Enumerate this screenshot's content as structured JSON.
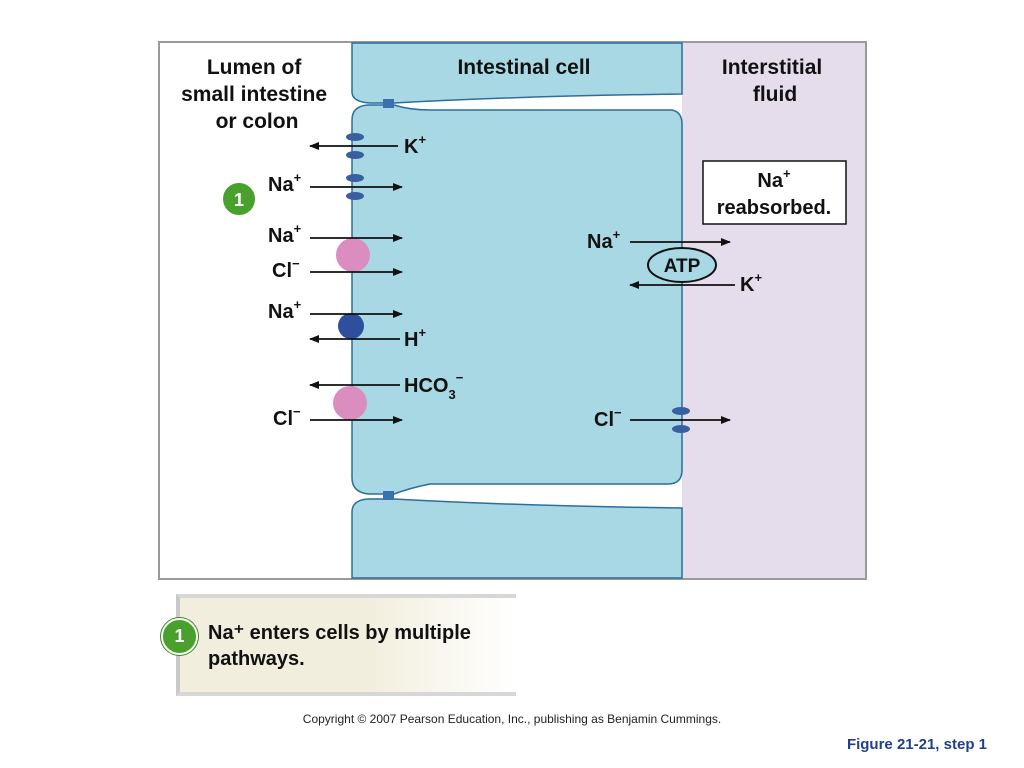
{
  "headers": {
    "lumen": [
      "Lumen of",
      "small intestine",
      "or colon"
    ],
    "cell": "Intestinal cell",
    "interstitial": [
      "Interstitial",
      "fluid"
    ]
  },
  "step_number": "1",
  "ions": {
    "k_top": {
      "base": "K",
      "sup": "+"
    },
    "na_channel": {
      "base": "Na",
      "sup": "+"
    },
    "na_symport": {
      "base": "Na",
      "sup": "+"
    },
    "cl_symport": {
      "base": "Cl",
      "sup": "−"
    },
    "na_antiport": {
      "base": "Na",
      "sup": "+"
    },
    "h_antiport": {
      "base": "H",
      "sup": "+"
    },
    "hco3": {
      "base": "HCO",
      "sub": "3",
      "sup": "−"
    },
    "cl_exchanger": {
      "base": "Cl",
      "sup": "−"
    },
    "na_pump": {
      "base": "Na",
      "sup": "+"
    },
    "k_pump": {
      "base": "K",
      "sup": "+"
    },
    "cl_basolateral": {
      "base": "Cl",
      "sup": "−"
    }
  },
  "atp_label": "ATP",
  "reabsorbed_box": {
    "line1_base": "Na",
    "line1_sup": "+",
    "line2": "reabsorbed."
  },
  "caption": {
    "step": "1",
    "text": "Na⁺ enters cells by multiple pathways."
  },
  "copyright": "Copyright © 2007 Pearson Education, Inc., publishing as Benjamin Cummings.",
  "figure_label": "Figure 21-21, step 1",
  "colors": {
    "cell_fill": "#a8d8e3",
    "cell_stroke": "#2c6e9c",
    "interstitial_fill": "#e6ddec",
    "transporter_pink": "#db8dbf",
    "transporter_blue": "#2f4f9e",
    "channel_blue": "#3a5fa0",
    "step_green": "#4aa02c",
    "figure_label_blue": "#1f3f8f"
  }
}
